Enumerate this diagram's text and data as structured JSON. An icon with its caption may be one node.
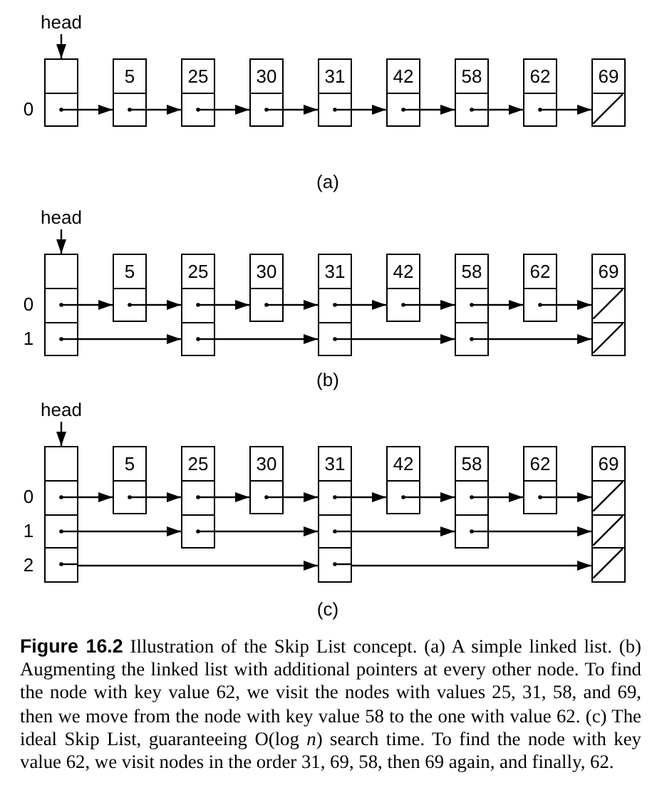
{
  "diagram": {
    "caption": "**Figure 16.2** Illustration of the Skip List concept. (a) A simple linked list. (b) Augmenting the linked list with additional pointers at every other node. To find the node with key value 62, we visit the nodes with values 25, 31, 58, and 69, then we move from the node with key value 58 to the one with value 62. (c) The ideal Skip List, guaranteeing O(log *n*) search time. To find the node with key value 62, we visit nodes in the order 31, 69, 58, then 69 again, and finally, 62.",
    "nodes": [
      {
        "text": [
          "head"
        ]
      },
      {
        "text": [],
        "shape": "box",
        "beside": [
          "0"
        ]
      },
      {
        "text": [
          "5"
        ]
      },
      {
        "text": [
          "25"
        ]
      },
      {
        "text": [
          "30"
        ]
      },
      {
        "text": [
          "31"
        ]
      },
      {
        "text": [
          "42"
        ]
      },
      {
        "text": [
          "58"
        ]
      },
      {
        "text": [
          "62"
        ]
      },
      {
        "text": [
          "69"
        ]
      },
      {
        "text": [
          "head"
        ]
      },
      {
        "text": [],
        "shape": "box",
        "beside": [
          "0",
          "1"
        ]
      },
      {
        "text": [
          "5"
        ]
      },
      {
        "text": [
          "25"
        ]
      },
      {
        "text": [
          "30"
        ]
      },
      {
        "text": [
          "31"
        ]
      },
      {
        "text": [
          "42"
        ]
      },
      {
        "text": [
          "58"
        ]
      },
      {
        "text": [
          "62"
        ]
      },
      {
        "text": [
          "69"
        ]
      },
      {
        "text": [
          "head"
        ]
      },
      {
        "text": [],
        "shape": "box",
        "beside": [
          "0",
          "1",
          "2"
        ]
      },
      {
        "text": [
          "5"
        ]
      },
      {
        "text": [
          "25"
        ]
      },
      {
        "text": [
          "30"
        ]
      },
      {
        "text": [
          "31"
        ]
      },
      {
        "text": [
          "42"
        ]
      },
      {
        "text": [
          "58"
        ]
      },
      {
        "text": [
          "62"
        ]
      },
      {
        "text": [
          "69"
        ]
      }
    ],
    "edges": [
      {
        "from": 0,
        "to": 1,
        "arrow": "to"
      },
      {
        "from": 1,
        "to": 2,
        "arrow": "to"
      },
      {
        "from": 2,
        "to": 3,
        "arrow": "to"
      },
      {
        "from": 3,
        "to": 4,
        "arrow": "to"
      },
      {
        "from": 4,
        "to": 5,
        "arrow": "to"
      },
      {
        "from": 5,
        "to": 6,
        "arrow": "to"
      },
      {
        "from": 6,
        "to": 7,
        "arrow": "to"
      },
      {
        "from": 7,
        "to": 8,
        "arrow": "to"
      },
      {
        "from": 8,
        "to": 9,
        "arrow": "to"
      },
      {
        "from": 10,
        "to": 11,
        "arrow": "to"
      },
      {
        "from": 11,
        "to": 12,
        "arrow": "to"
      },
      {
        "from": 12,
        "to": 13,
        "arrow": "to"
      },
      {
        "from": 13,
        "to": 14,
        "arrow": "to"
      },
      {
        "from": 14,
        "to": 15,
        "arrow": "to"
      },
      {
        "from": 15,
        "to": 16,
        "arrow": "to"
      },
      {
        "from": 16,
        "to": 17,
        "arrow": "to"
      },
      {
        "from": 17,
        "to": 18,
        "arrow": "to"
      },
      {
        "from": 18,
        "to": 19,
        "arrow": "to"
      },
      {
        "from": 11,
        "to": 13,
        "arrow": "to"
      },
      {
        "from": 13,
        "to": 15,
        "arrow": "to"
      },
      {
        "from": 15,
        "to": 17,
        "arrow": "to"
      },
      {
        "from": 17,
        "to": 19,
        "arrow": "to"
      },
      {
        "from": 20,
        "to": 21,
        "arrow": "to"
      },
      {
        "from": 21,
        "to": 22,
        "arrow": "to"
      },
      {
        "from": 22,
        "to": 23,
        "arrow": "to"
      },
      {
        "from": 23,
        "to": 24,
        "arrow": "to"
      },
      {
        "from": 24,
        "to": 25,
        "arrow": "to"
      },
      {
        "from": 25,
        "to": 26,
        "arrow": "to"
      },
      {
        "from": 26,
        "to": 27,
        "arrow": "to"
      },
      {
        "from": 27,
        "to": 28,
        "arrow": "to"
      },
      {
        "from": 28,
        "to": 29,
        "arrow": "to"
      },
      {
        "from": 21,
        "to": 23,
        "arrow": "to"
      },
      {
        "from": 23,
        "to": 25,
        "arrow": "to"
      },
      {
        "from": 25,
        "to": 27,
        "arrow": "to"
      },
      {
        "from": 27,
        "to": 29,
        "arrow": "to"
      },
      {
        "from": 21,
        "to": 25,
        "arrow": "to"
      },
      {
        "from": 25,
        "to": 29,
        "arrow": "to"
      }
    ],
    "labels": [
      "(a)",
      "(b)",
      "(c)"
    ]
  }
}
